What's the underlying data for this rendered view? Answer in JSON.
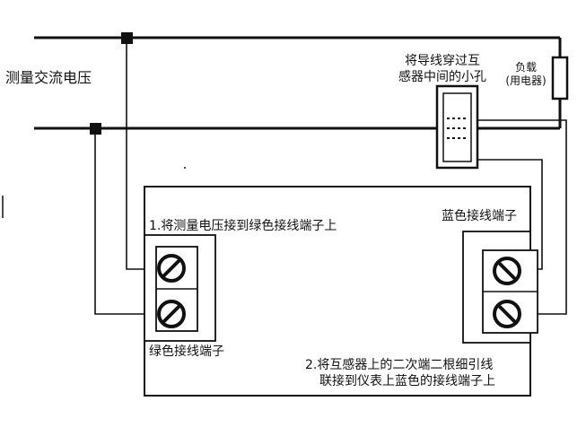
{
  "labels": {
    "measure_ac_voltage": "测量交流电压",
    "ct_instruction_line1": "将导线穿过互",
    "ct_instruction_line2": "感器中间的小孔",
    "load_line1": "负载",
    "load_line2": "(用电器)",
    "step1": "1.将测量电压接到绿色接线端子上",
    "blue_terminal": "蓝色接线端子",
    "green_terminal": "绿色接线端子",
    "step2_line1": "2.将互感器上的二次端二根细引线",
    "step2_line2": "联接到仪表上蓝色的接线端子上"
  },
  "colors": {
    "line": "#111111",
    "background": "#ffffff"
  },
  "icons": {
    "screw": "slotted-screw-icon",
    "resistor": "resistor-load-icon",
    "junction": "wire-junction-dot"
  }
}
